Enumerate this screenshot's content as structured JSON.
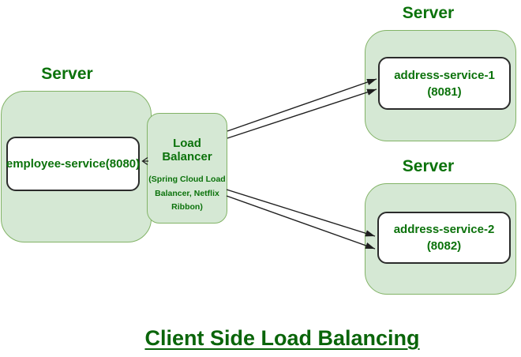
{
  "title": {
    "text": "Client Side Load Balancing"
  },
  "nodes": {
    "client_server": {
      "label": "Server",
      "service": "employee-service(8080)"
    },
    "load_balancer": {
      "name_lines": [
        "Load",
        "Balancer"
      ],
      "tech_lines": [
        "(Spring Cloud Load",
        "Balancer, Netflix",
        "Ribbon)"
      ]
    },
    "server1": {
      "label": "Server",
      "service_lines": [
        "address-service-1",
        "(8081)"
      ]
    },
    "server2": {
      "label": "Server",
      "service_lines": [
        "address-service-2",
        "(8082)"
      ]
    }
  },
  "edges": [
    {
      "from": "load-balancer",
      "to": "address-service-1"
    },
    {
      "from": "load-balancer",
      "to": "address-service-1"
    },
    {
      "from": "load-balancer",
      "to": "address-service-2"
    },
    {
      "from": "load-balancer",
      "to": "address-service-2"
    },
    {
      "from": "load-balancer",
      "to": "employee-service"
    }
  ],
  "colors": {
    "node_fill": "#d5e8d4",
    "node_border": "#82b366",
    "inner_border": "#2b2b2b",
    "text_green": "#0b720b",
    "title_green": "#0a650a",
    "arrow": "#1f1f1f",
    "background": "#ffffff"
  }
}
